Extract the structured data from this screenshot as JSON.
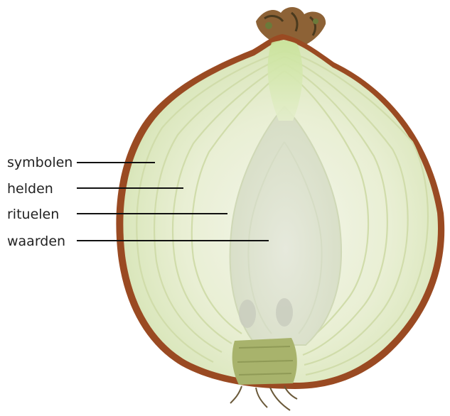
{
  "layers": [
    {
      "key": "symbolen",
      "label": "symbolen"
    },
    {
      "key": "helden",
      "label": "helden"
    },
    {
      "key": "rituelen",
      "label": "rituelen"
    },
    {
      "key": "waarden",
      "label": "waarden"
    }
  ],
  "colors": {
    "skin_dark": "#8a3e1c",
    "skin_mid": "#b0642f",
    "flesh_outer": "#e4ecc6",
    "flesh_light": "#f2f5e6",
    "core": "#dfe4d2",
    "sprout_green": "#c4df8f",
    "root_plate": "#a2ae68",
    "leader_line": "#111111"
  }
}
